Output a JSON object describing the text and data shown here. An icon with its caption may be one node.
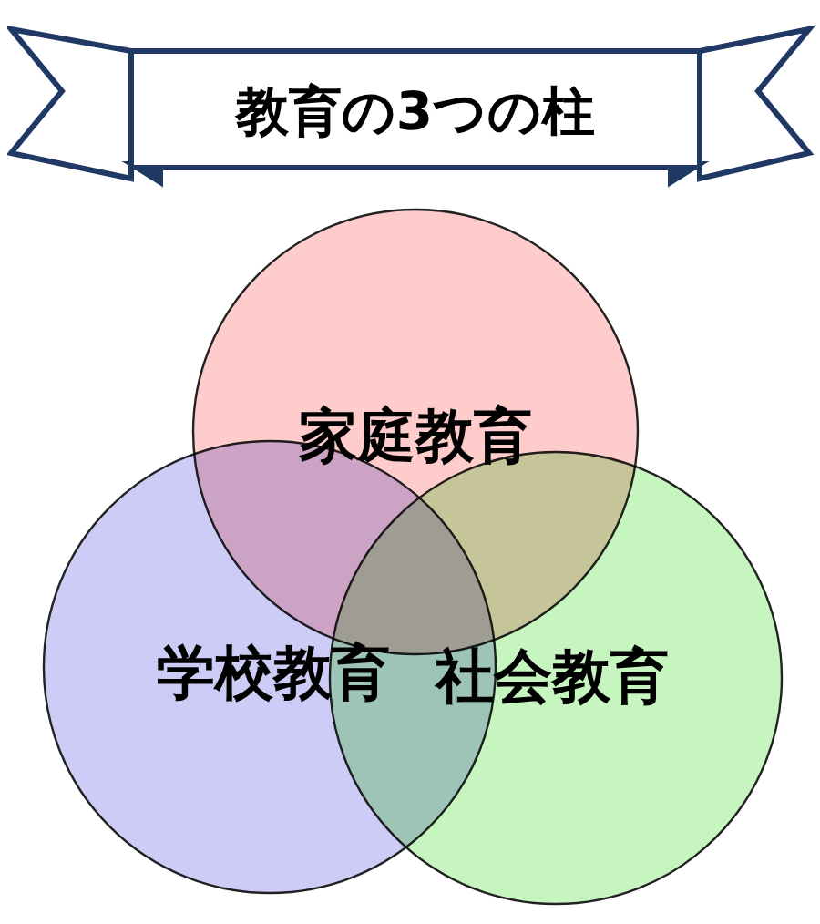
{
  "diagram": {
    "title": "教育の3つの柱",
    "nodes": [
      {
        "text": [
          "家庭教育"
        ]
      },
      {
        "text": [
          "学校教育"
        ]
      },
      {
        "text": [
          "社会教育"
        ]
      }
    ],
    "edges": []
  }
}
